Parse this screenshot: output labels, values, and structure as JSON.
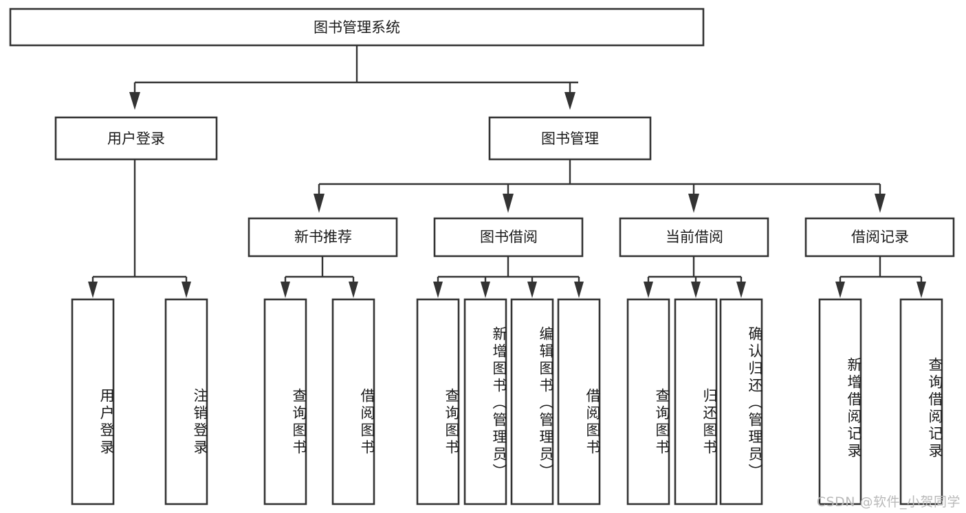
{
  "diagram": {
    "type": "tree",
    "title": "图书管理系统",
    "background_color": "#ffffff",
    "line_color": "#333333",
    "box_fill": "#ffffff",
    "text_color": "#1a1a1a",
    "root": {
      "id": "root",
      "label": "图书管理系统",
      "orientation": "horizontal"
    },
    "level2": [
      {
        "id": "user-login",
        "label": "用户登录",
        "orientation": "horizontal"
      },
      {
        "id": "book-manage",
        "label": "图书管理",
        "orientation": "horizontal"
      }
    ],
    "level3": [
      {
        "id": "new-book-recommend",
        "label": "新书推荐",
        "orientation": "horizontal",
        "parent": "book-manage"
      },
      {
        "id": "book-borrow",
        "label": "图书借阅",
        "orientation": "horizontal",
        "parent": "book-manage"
      },
      {
        "id": "current-borrow",
        "label": "当前借阅",
        "orientation": "horizontal",
        "parent": "book-manage"
      },
      {
        "id": "borrow-record",
        "label": "借阅记录",
        "orientation": "horizontal",
        "parent": "book-manage"
      }
    ],
    "leaves": [
      {
        "id": "leaf-user-login",
        "label": "用户登录",
        "parent": "user-login",
        "orientation": "vertical"
      },
      {
        "id": "leaf-user-logout",
        "label": "注销登录",
        "parent": "user-login",
        "orientation": "vertical"
      },
      {
        "id": "leaf-query-book-1",
        "label": "查询图书",
        "parent": "new-book-recommend",
        "orientation": "vertical"
      },
      {
        "id": "leaf-borrow-book-1",
        "label": "借阅图书",
        "parent": "new-book-recommend",
        "orientation": "vertical"
      },
      {
        "id": "leaf-query-book-2",
        "label": "查询图书",
        "parent": "book-borrow",
        "orientation": "vertical"
      },
      {
        "id": "leaf-add-book",
        "label": "新增图书（管理员）",
        "parent": "book-borrow",
        "orientation": "vertical"
      },
      {
        "id": "leaf-edit-book",
        "label": "编辑图书（管理员）",
        "parent": "book-borrow",
        "orientation": "vertical"
      },
      {
        "id": "leaf-borrow-book-2",
        "label": "借阅图书",
        "parent": "book-borrow",
        "orientation": "vertical"
      },
      {
        "id": "leaf-query-book-3",
        "label": "查询图书",
        "parent": "current-borrow",
        "orientation": "vertical"
      },
      {
        "id": "leaf-return-book",
        "label": "归还图书",
        "parent": "current-borrow",
        "orientation": "vertical"
      },
      {
        "id": "leaf-confirm-return",
        "label": "确认归还（管理员）",
        "parent": "current-borrow",
        "orientation": "vertical"
      },
      {
        "id": "leaf-add-record",
        "label": "新增借阅记录",
        "parent": "borrow-record",
        "orientation": "vertical"
      },
      {
        "id": "leaf-query-record",
        "label": "查询借阅记录",
        "parent": "borrow-record",
        "orientation": "vertical"
      }
    ]
  },
  "watermark": {
    "text": "CSDN @软件_小贺同学"
  }
}
